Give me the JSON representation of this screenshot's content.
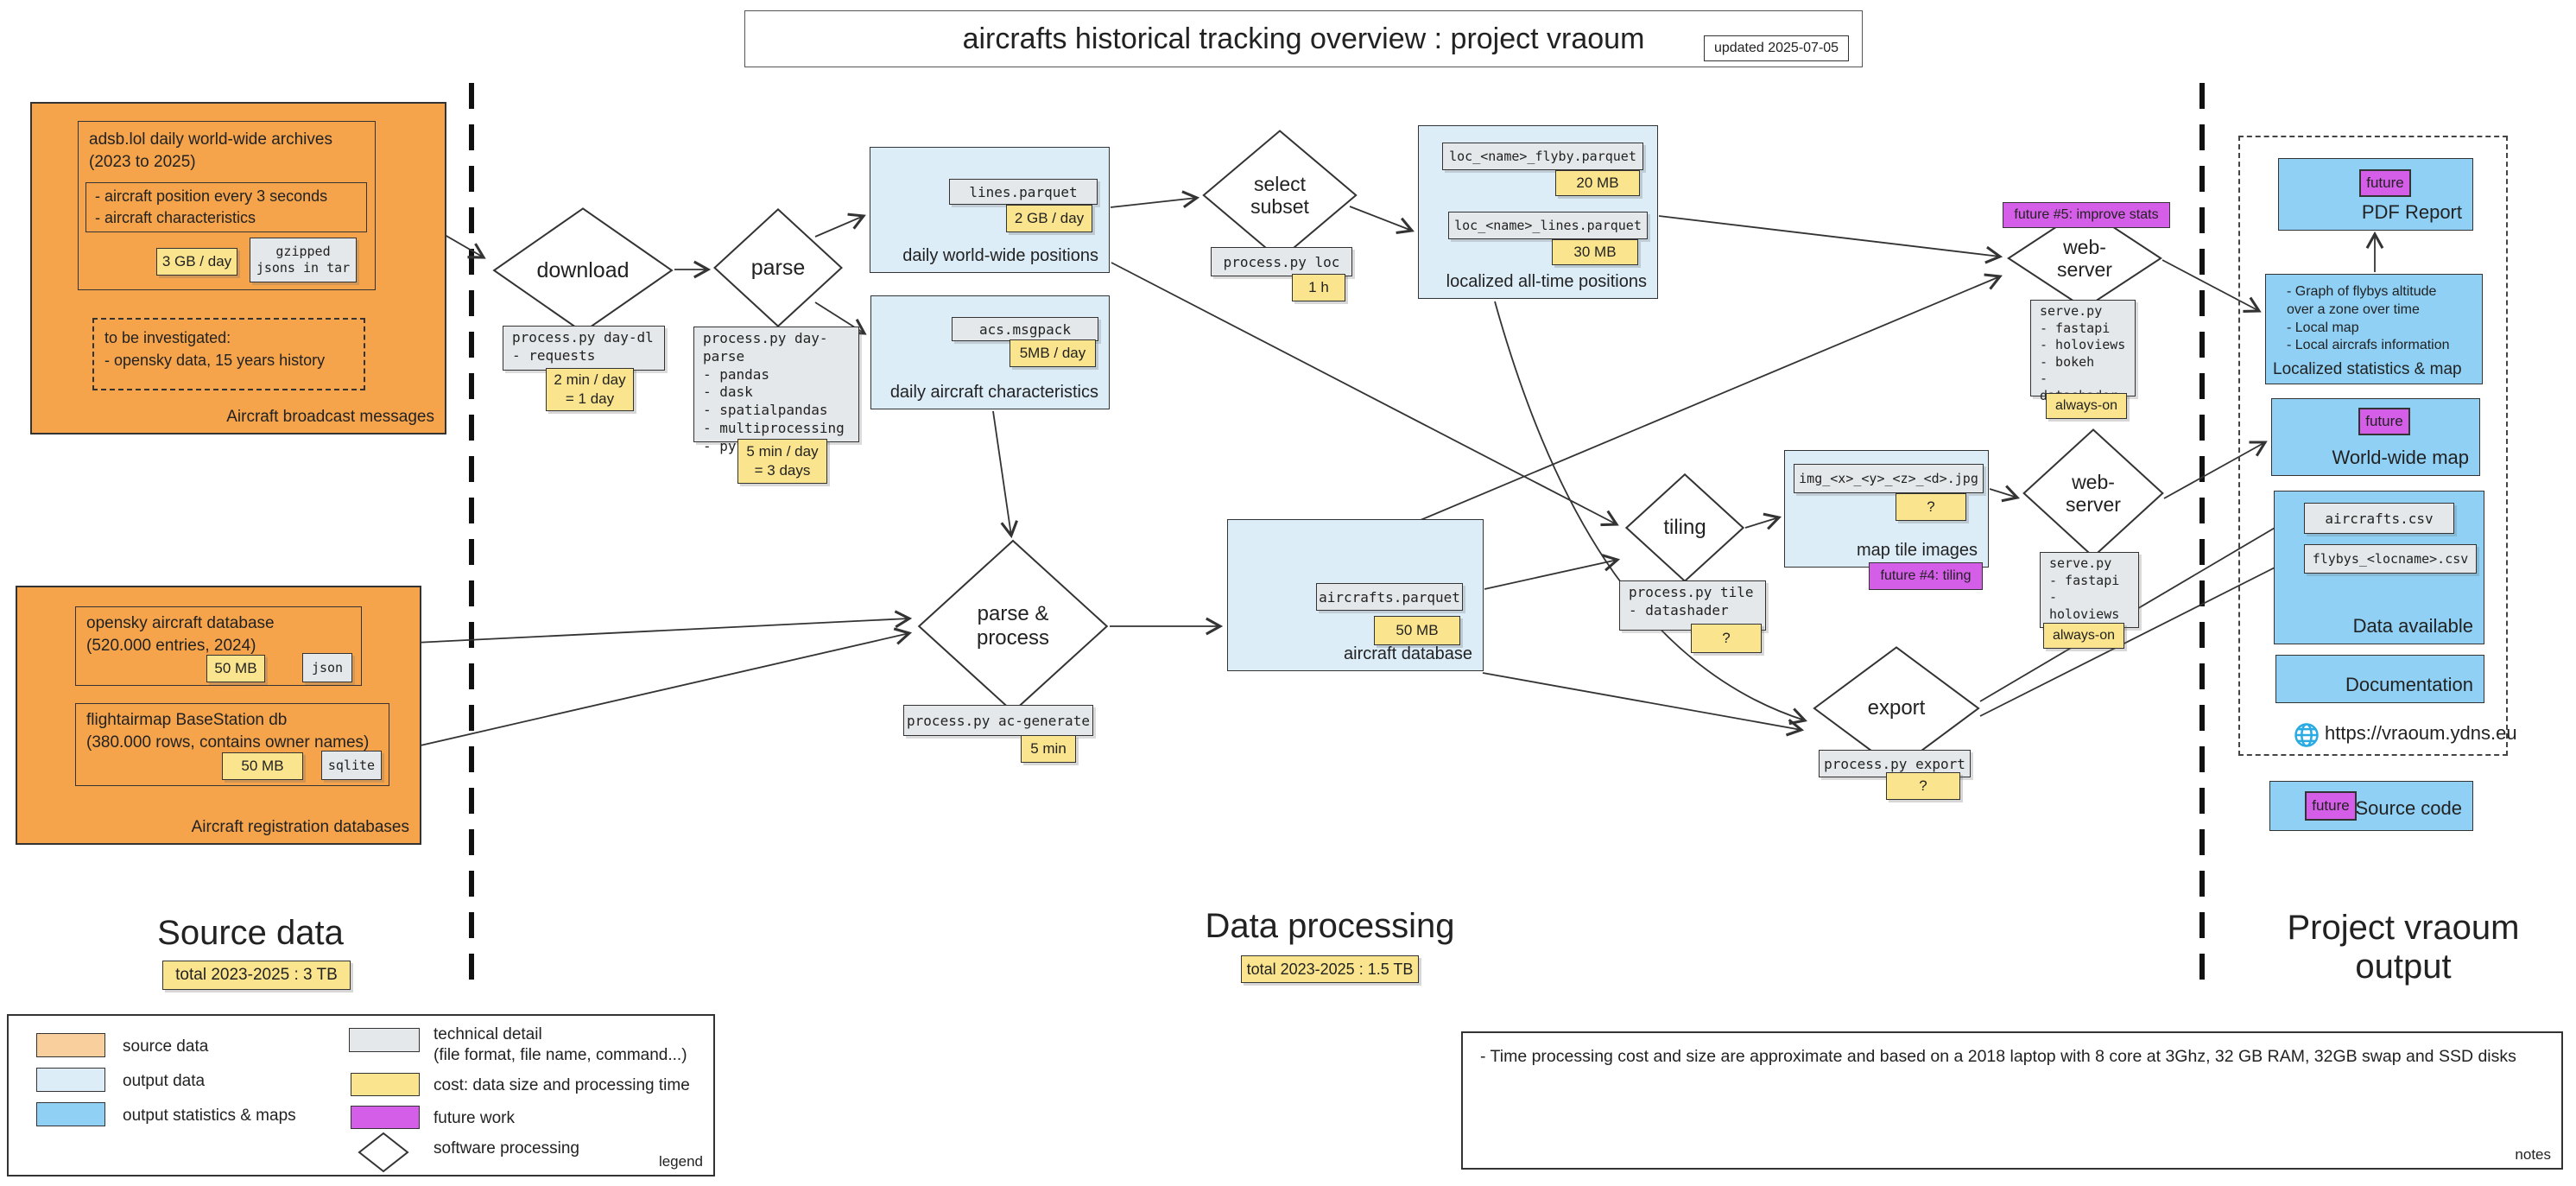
{
  "title": {
    "text": "aircrafts historical tracking overview : project vraoum",
    "updated": "updated 2025-07-05"
  },
  "colors": {
    "source": "#f5a44c",
    "source_legend": "#f9cf9e",
    "output_data": "#ddedf8",
    "stats": "#8fd0f4",
    "cost": "#fae58e",
    "tech": "#e4e8ea",
    "future": "#d55ee8",
    "globe": "#29abe2"
  },
  "sources": {
    "broadcast": {
      "caption": "Aircraft broadcast messages",
      "adsb_name": "adsb.lol daily world-wide archives\n(2023 to 2025)",
      "adsb_details": "- aircraft position every 3 seconds\n- aircraft characteristics",
      "adsb_cost": "3 GB / day",
      "adsb_format": "gzipped\njsons in tar",
      "todo": "to be investigated:\n- opensky data, 15 years history"
    },
    "registration": {
      "caption": "Aircraft registration databases",
      "opensky_name": "opensky aircraft database\n(520.000 entries, 2024)",
      "opensky_cost": "50 MB",
      "opensky_format": "json",
      "fam_name": "flightairmap BaseStation db\n(380.000 rows, contains owner names)",
      "fam_cost": "50 MB",
      "fam_format": "sqlite"
    }
  },
  "process": {
    "download": {
      "label": "download",
      "cmd": "process.py day-dl\n- requests",
      "cost": "2 min / day\n= 1 day"
    },
    "parse": {
      "label": "parse",
      "cmd": "process.py day-parse\n- pandas\n- dask\n- spatialpandas\n- multiprocessing\n- pysimdjson",
      "cost": "5 min / day\n= 3 days"
    },
    "select_subset": {
      "label": "select\nsubset",
      "cmd": "process.py loc",
      "cost": "1 h"
    },
    "parse_process": {
      "label": "parse &\nprocess",
      "cmd": "process.py ac-generate",
      "cost": "5 min"
    },
    "tiling": {
      "label": "tiling",
      "cmd": "process.py tile\n- datashader",
      "cost": "?"
    },
    "webserver1": {
      "label": "web-\nserver",
      "cmd": "serve.py\n- fastapi\n- holoviews\n- bokeh\n- datashader",
      "cost": "always-on",
      "future": "future #5: improve stats"
    },
    "webserver2": {
      "label": "web-\nserver",
      "cmd": "serve.py\n- fastapi\n- holoviews",
      "cost": "always-on"
    },
    "export": {
      "label": "export",
      "cmd": "process.py export",
      "cost": "?"
    }
  },
  "datasets": {
    "daily_positions": {
      "caption": "daily world-wide positions",
      "file": "lines.parquet",
      "cost": "2 GB / day"
    },
    "daily_acs": {
      "caption": "daily aircraft characteristics",
      "file": "acs.msgpack",
      "cost": "5MB / day"
    },
    "localized": {
      "caption": "localized all-time positions",
      "file1": "loc_<name>_flyby.parquet",
      "cost1": "20 MB",
      "file2": "loc_<name>_lines.parquet",
      "cost2": "30 MB"
    },
    "aircraft_db": {
      "caption": "aircraft database",
      "file": "aircrafts.parquet",
      "cost": "50 MB"
    },
    "map_tiles": {
      "caption": "map tile images",
      "file": "img_<x>_<y>_<z>_<d>.jpg",
      "cost": "?",
      "future": "future #4: tiling"
    }
  },
  "outputs": {
    "pdf": {
      "caption": "PDF Report",
      "badge": "future"
    },
    "localized_stats": {
      "caption": "Localized statistics & map",
      "details": "- Graph of flybys altitude\nover a zone over time\n- Local map\n- Local aircrafs information"
    },
    "worldwide_map": {
      "caption": "World-wide map",
      "badge": "future"
    },
    "data_available": {
      "caption": "Data available",
      "file1": "aircrafts.csv",
      "file2": "flybys_<locname>.csv"
    },
    "documentation": {
      "caption": "Documentation"
    },
    "url": "https://vraoum.ydns.eu",
    "source_code": {
      "caption": "Source code",
      "badge": "future"
    }
  },
  "sections": {
    "source": {
      "title": "Source data",
      "total": "total 2023-2025 :  3 TB"
    },
    "processing": {
      "title": "Data processing",
      "total": "total 2023-2025 :  1.5 TB"
    },
    "output": {
      "title": "Project vraoum output"
    }
  },
  "legend": {
    "caption": "legend",
    "items": [
      {
        "label": "source data"
      },
      {
        "label": "output data"
      },
      {
        "label": "output statistics & maps"
      },
      {
        "label": "technical detail\n(file format, file name, command...)"
      },
      {
        "label": "cost: data size and processing time"
      },
      {
        "label": "future work"
      },
      {
        "label": "software processing"
      }
    ]
  },
  "notes": {
    "caption": "notes",
    "text": "- Time processing cost and size are approximate and based on a 2018 laptop with 8 core at 3Ghz, 32 GB RAM, 32GB swap and SSD disks"
  }
}
